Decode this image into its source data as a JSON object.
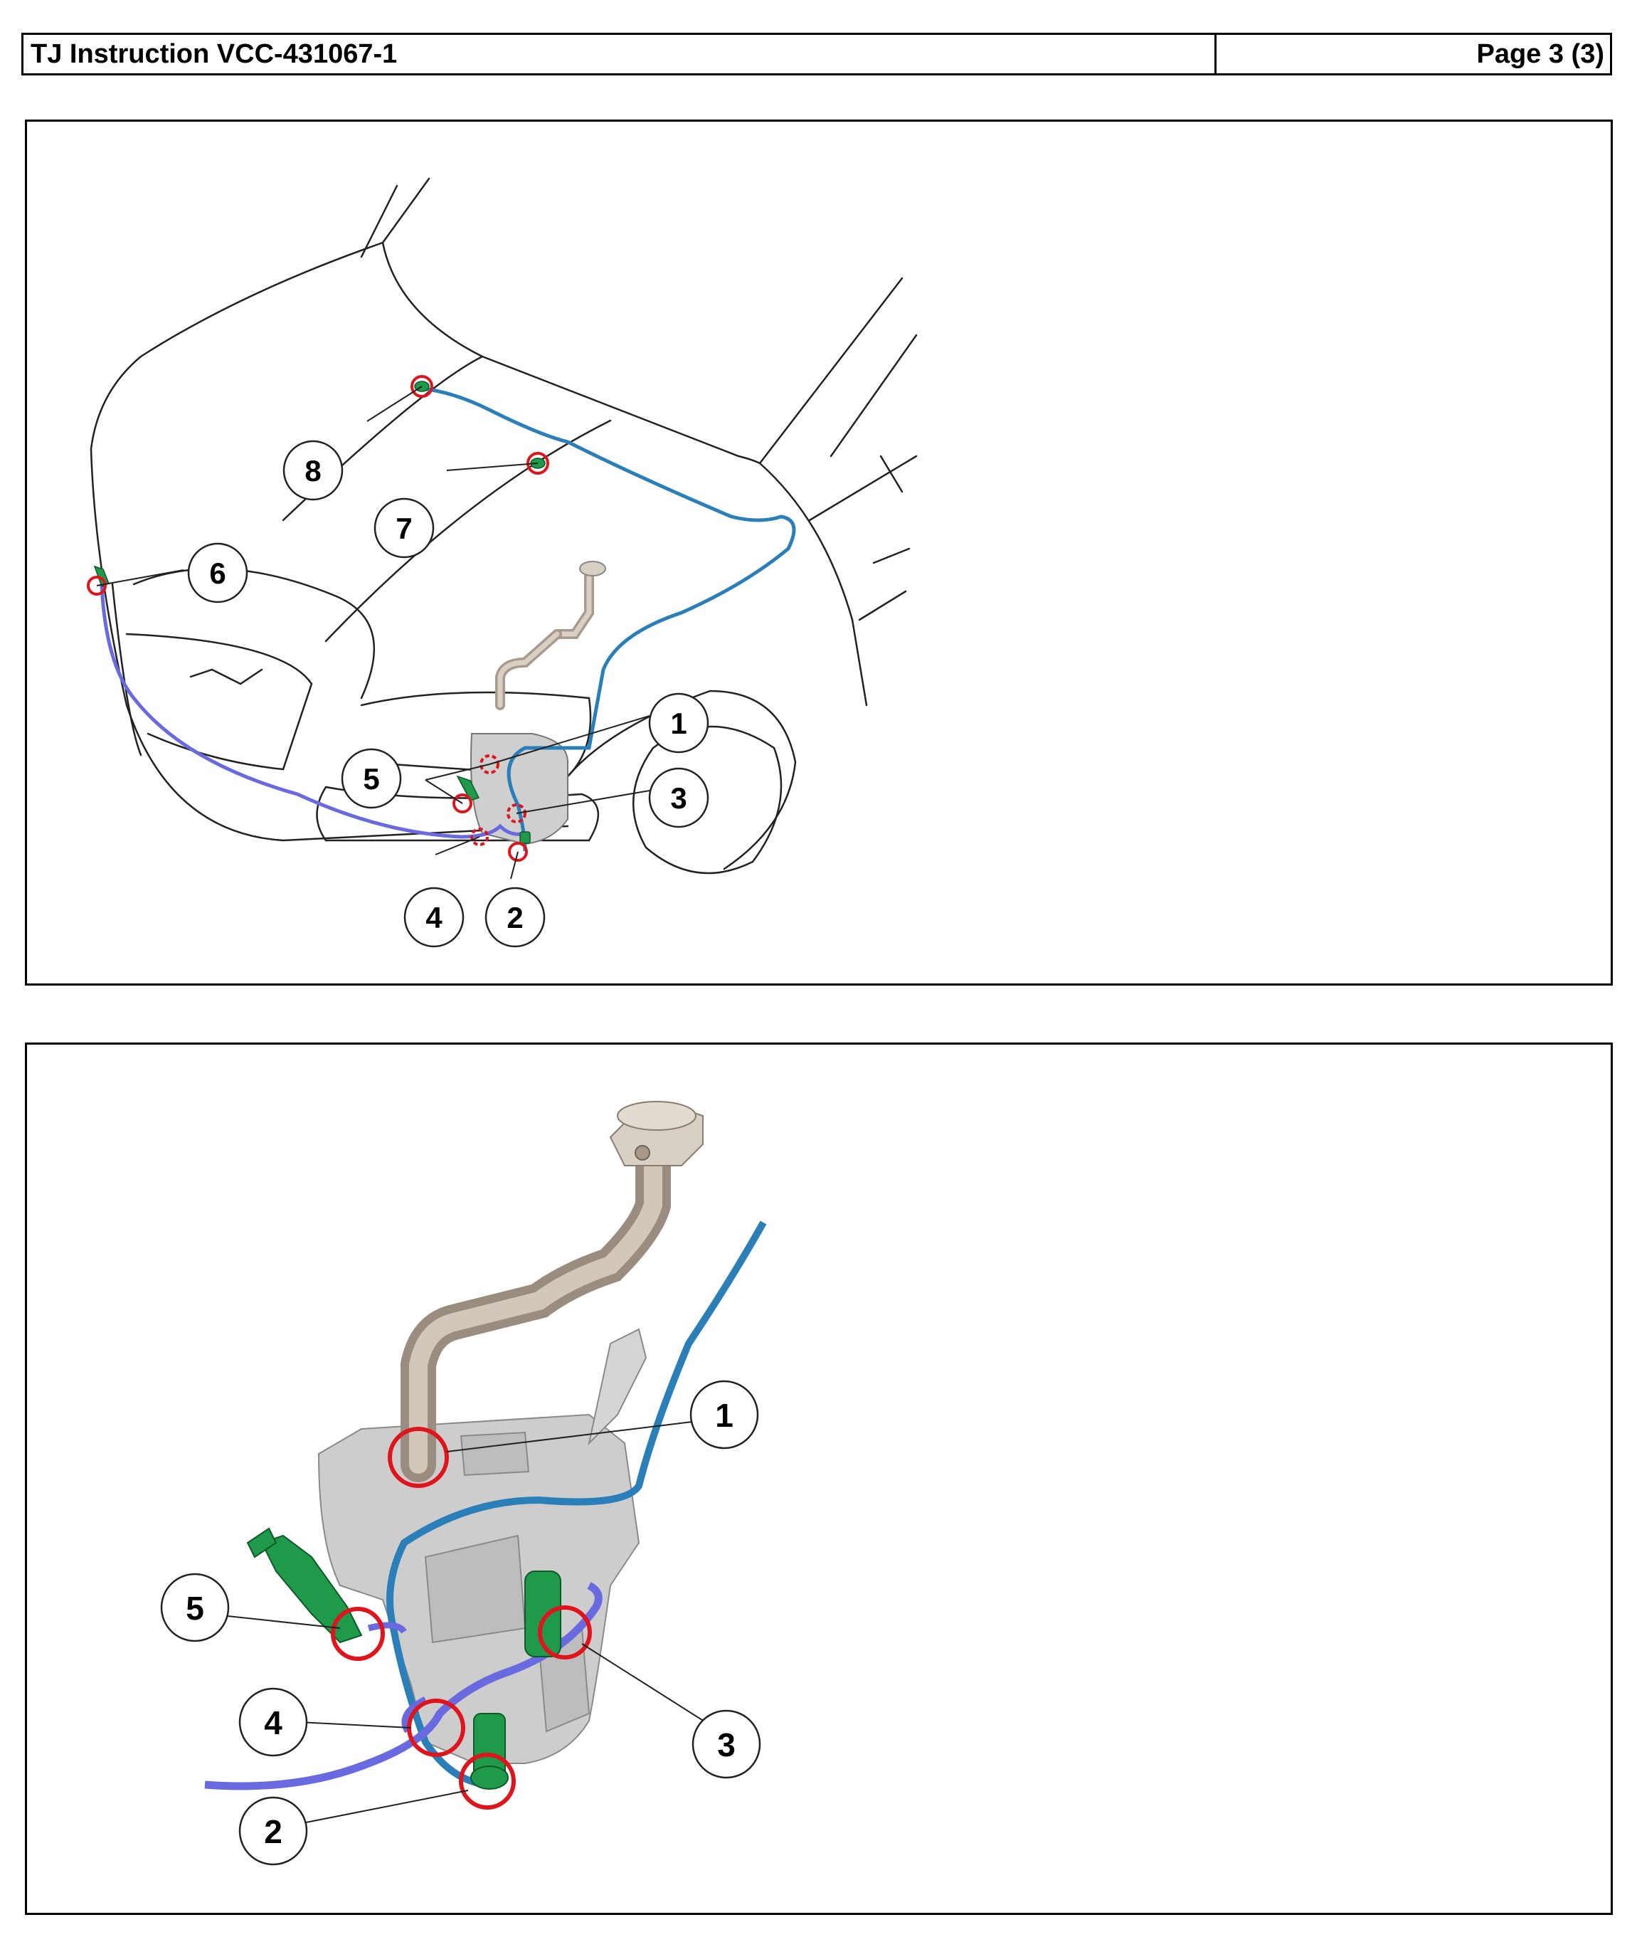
{
  "header": {
    "title": "TJ Instruction VCC-431067-1",
    "page": "Page 3 (3)"
  },
  "figure1": {
    "callouts": [
      "1",
      "2",
      "3",
      "4",
      "5",
      "6",
      "7",
      "8"
    ]
  },
  "figure2": {
    "callouts": [
      "1",
      "2",
      "3",
      "4",
      "5"
    ]
  },
  "colors": {
    "hose_blue": "#2a7fb8",
    "hose_violet": "#6a6ae0",
    "marker_red": "#e0141c",
    "part_green": "#1f9a4a",
    "filler_tan": "#b8a898",
    "reservoir_grey": "#c8c8c8"
  }
}
